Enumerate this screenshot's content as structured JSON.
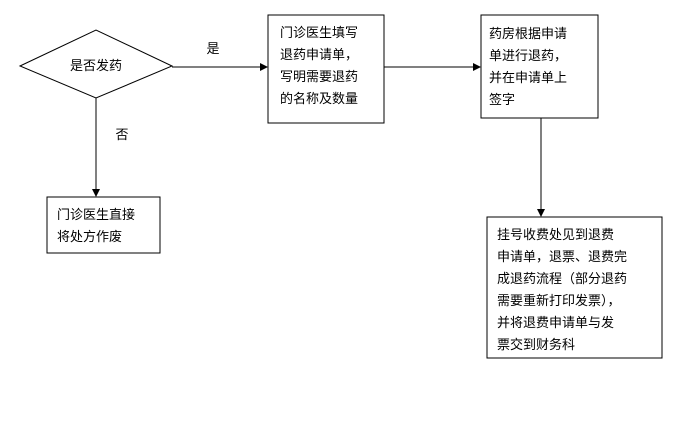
{
  "colors": {
    "stroke": "#000000",
    "background": "#ffffff",
    "text": "#000000"
  },
  "nodes": {
    "decision": {
      "lines": [
        "是否发药"
      ]
    },
    "fill_form": {
      "lines": [
        "门诊医生填写",
        "退药申请单，",
        "写明需要退药",
        "的名称及数量"
      ]
    },
    "pharmacy": {
      "lines": [
        "药房根据申请",
        "单进行退药，",
        "并在申请单上",
        "签字"
      ]
    },
    "void_rx": {
      "lines": [
        "门诊医生直接",
        "将处方作废"
      ]
    },
    "registration": {
      "lines": [
        "挂号收费处见到退费",
        "申请单，退票、退费完",
        "成退药流程（部分退药",
        "需要重新打印发票），",
        "并将退费申请单与发",
        "票交到财务科"
      ]
    }
  },
  "edges": {
    "yes_label": "是",
    "no_label": "否"
  }
}
